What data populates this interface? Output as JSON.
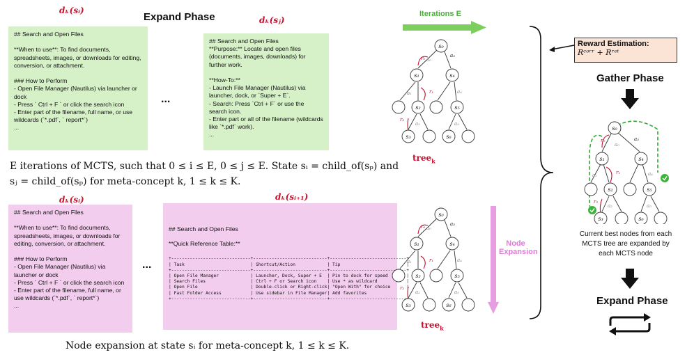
{
  "labels": {
    "dk_si_top": "dₖ(sᵢ)",
    "dk_sj": "dₖ(sⱼ)",
    "dk_si_bottom": "dₖ(sᵢ)",
    "dk_si1": "dₖ(sᵢ₊₁)",
    "expand_phase_top": "Expand Phase",
    "ellipsis_top": "...",
    "ellipsis_bottom": "..."
  },
  "box_green_left": {
    "text": "## Search and Open Files\n\n**When to use**: To find documents, spreadsheets, images, or downloads for editing, conversion, or attachment.\n\n### How to Perform\n- Open File Manager (Nautilus) via launcher or dock\n- Press ` Ctrl + F ` or click the search icon\n- Enter part of the filename, full name, or use wildcards (`*.pdf`, ` report*`)\n..."
  },
  "box_green_right": {
    "text": "## Search and Open Files\n**Purpose:** Locate and open files (documents, images, downloads) for further work.\n\n**How-To:**\n- Launch File Manager (Nautilus) via launcher, dock, or `Super + E`.\n- Search: Press `Ctrl + F` or use the search icon.\n- Enter part or all of the filename (wildcards like `*.pdf` work).\n..."
  },
  "box_pink_left": {
    "text": "## Search and Open Files\n\n**When to use**: To find documents, spreadsheets, images, or downloads for editing, conversion, or attachment.\n\n### How to Perform\n- Open File Manager (Nautilus) via launcher or dock\n- Press ` Ctrl + F ` or click the search icon\n- Enter part of the filename, full name, or use wildcards (`*.pdf`, ` report*`)\n..."
  },
  "box_pink_right": {
    "heading": "## Search and Open Files",
    "subheading": "**Quick Reference Table:**",
    "table": "+------------------------------+----------------------------+-----------------------------+\n| Task                         | Shortcut/Action            | Tip                         |\n+------------------------------+----------------------------+-----------------------------+\n| Open File Manager            | Launcher, Dock, Super + E  | Pin to dock for speed       |\n| Search Files                 | Ctrl + F or Search icon    | Use * as wildcard           |\n| Open File                    | Double-click or Right-click| \"Open With\" for choice      |\n| Fast Folder Access           | Use sidebar in File Manager| Add favorites               |\n+------------------------------+----------------------------+-----------------------------+"
  },
  "captions": {
    "middle_line1": "E iterations of MCTS, such that 0 ≤ i ≤ E, 0 ≤ j ≤ E. State sᵢ = child_of(sₚ) and",
    "middle_line2": "sⱼ = child_of(sₚ) for meta-concept k, 1 ≤ k ≤ K.",
    "bottom": "Node expansion at state sᵢ for meta-concept k, 1 ≤ k ≤ K."
  },
  "iterations_label": "Iterations E",
  "node_expansion_label": "Node\nExpansion",
  "tree_label": "tree",
  "tree_label_sub": "k",
  "reward": {
    "title": "Reward Estimation:",
    "formula": "Rᶜᵒʳʳ + Rʳᵉᵗ"
  },
  "gather_phase": "Gather Phase",
  "current_best_text": "Current best nodes from each\nMCTS tree are expanded by\neach MCTS node",
  "expand_phase_right": "Expand Phase",
  "tree_nodes": {
    "s0": "s₀",
    "s1": "s₁",
    "s2": "s₂",
    "s3": "s₃",
    "s4": "s₄",
    "s5": "s₅",
    "s6": "s₆"
  },
  "tree_edge_labels": {
    "a0": "a₀",
    "a1": "a₁",
    "a2": "a₂",
    "a3": "a₃",
    "a4": "a₄",
    "a5": "a₅",
    "r0": "r₀",
    "r1": "r₁",
    "r2": "r₂"
  },
  "colors": {
    "green_box": "#d6f0c8",
    "pink_box": "#f3cdee",
    "red_label": "#c8102e",
    "green_arrow": "#7ccf5f",
    "pink_arrow": "#e79ee0",
    "reward_bg": "#fbe3d6"
  }
}
